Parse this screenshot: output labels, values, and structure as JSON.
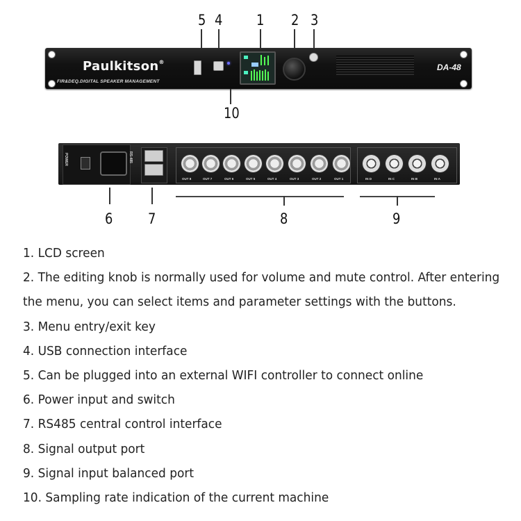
{
  "front_panel": {
    "brand": "Paulkitson",
    "trademark": "®",
    "subtitle": "FIR&DEQ.DIGITAL SPEAKER MANAGEMENT",
    "model": "DA-48"
  },
  "callouts": {
    "front": [
      "5",
      "4",
      "1",
      "2",
      "3",
      "10"
    ],
    "rear": [
      "6",
      "7",
      "8",
      "9"
    ]
  },
  "rear_panel": {
    "power_label": "POWER",
    "rs485_label": "RS-485",
    "outputs": [
      "OUT 8",
      "OUT 7",
      "OUT 6",
      "OUT 5",
      "OUT 4",
      "OUT 3",
      "OUT 2",
      "OUT 1"
    ],
    "inputs": [
      "IN D",
      "IN C",
      "IN B",
      "IN A"
    ]
  },
  "legend": [
    "1. LCD screen",
    "2. The editing knob is normally used for volume and mute control. After entering",
    "the menu, you can select items and parameter settings with the buttons.",
    "3. Menu entry/exit key",
    "4. USB connection interface",
    "5. Can be plugged into an external WIFI controller to connect online",
    "6. Power input and switch",
    "7. RS485 central control interface",
    "8. Signal output port",
    "9. Signal input balanced port",
    "10. Sampling rate indication of the current machine"
  ]
}
